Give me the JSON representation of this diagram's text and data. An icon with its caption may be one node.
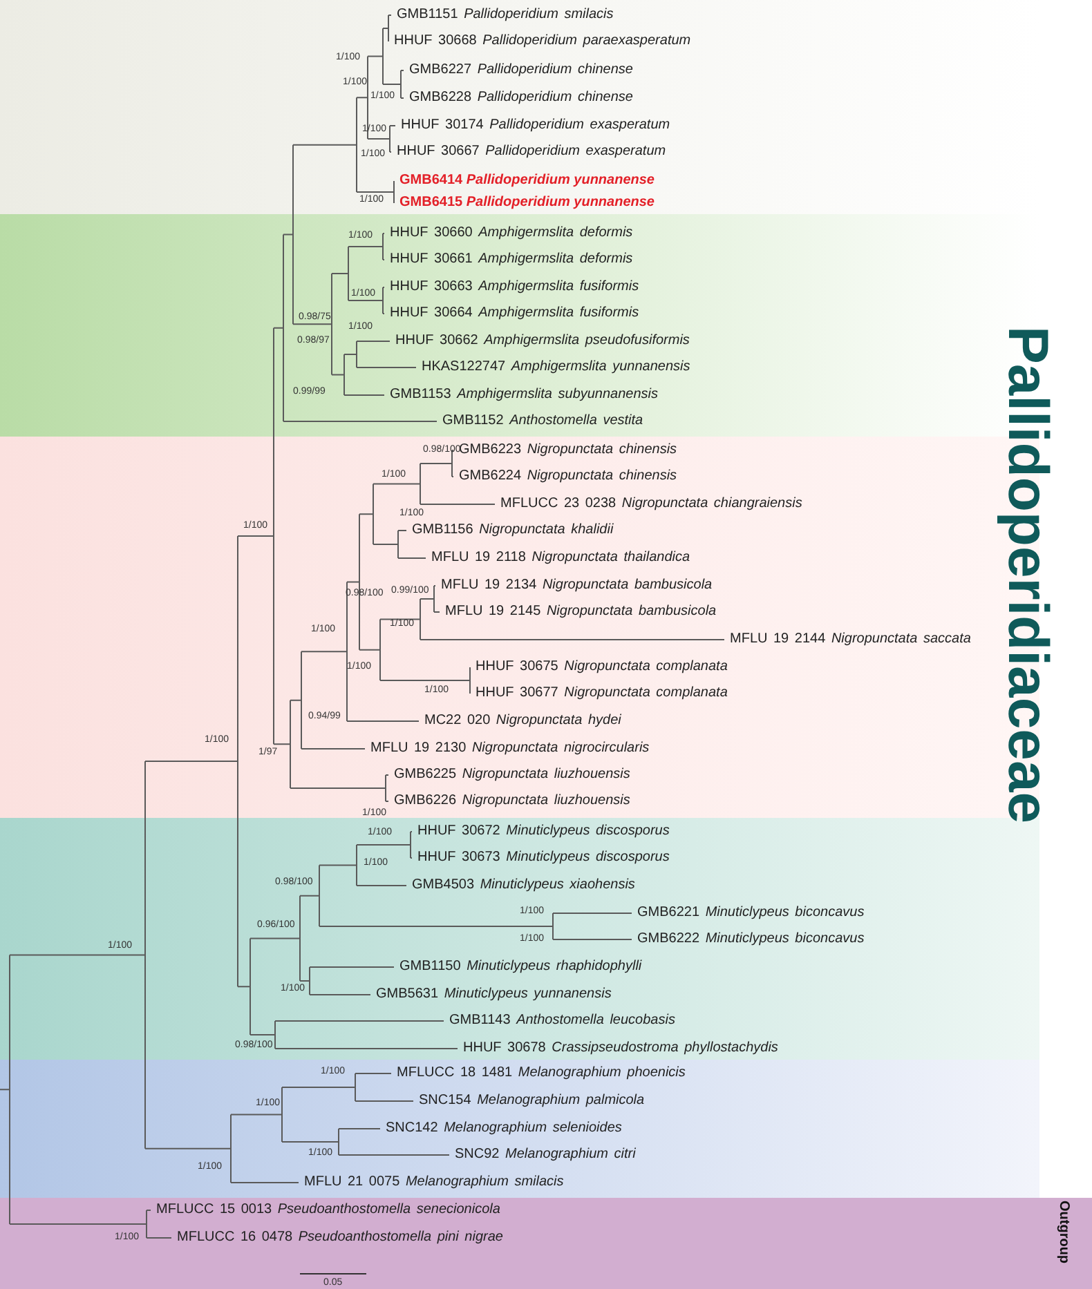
{
  "diagram": {
    "labels": [
      "GMB1151 *Pallidoperidium smilacis*",
      "HHUF 30668 *Pallidoperidium paraexasperatum*",
      "GMB6227 *Pallidoperidium chinense*",
      "GMB6228 *Pallidoperidium chinense*",
      "HHUF 30174 *Pallidoperidium exasperatum*",
      "HHUF 30667 *Pallidoperidium exasperatum*",
      "GMB6414 *Pallidoperidium yunnanense*",
      "GMB6415 *Pallidoperidium yunnanense*",
      "HHUF 30660 *Amphigermslita deformis*",
      "HHUF 30661 *Amphigermslita deformis*",
      "HHUF 30663 *Amphigermslita fusiformis*",
      "HHUF 30664 *Amphigermslita fusiformis*",
      "HHUF 30662 *Amphigermslita pseudofusiformis*",
      "HKAS122747 *Amphigermslita yunnanensis*",
      "GMB1153 *Amphigermslita subyunnanensis*",
      "GMB1152 *Anthostomella vestita*",
      "GMB6223 *Nigropunctata chinensis*",
      "GMB6224 *Nigropunctata chinensis*",
      "MFLUCC 23 0238 *Nigropunctata chiangraiensis*",
      "GMB1156 *Nigropunctata khalidii*",
      "MFLU 19 2118 *Nigropunctata thailandica*",
      "MFLU 19 2134 *Nigropunctata bambusicola*",
      "MFLU 19 2145 *Nigropunctata bambusicola*",
      "MFLU 19 2144 *Nigropunctata saccata*",
      "HHUF 30675 *Nigropunctata complanata*",
      "HHUF 30677 *Nigropunctata complanata*",
      "MC22 020 *Nigropunctata hydei*",
      "MFLU 19 2130 *Nigropunctata nigrocircularis*",
      "GMB6225 *Nigropunctata liuzhouensis*",
      "GMB6226 *Nigropunctata liuzhouensis*",
      "HHUF 30672 *Minuticlypeus discosporus*",
      "HHUF 30673 *Minuticlypeus discosporus*",
      "GMB4503 *Minuticlypeus xiaohensis*",
      "GMB6221 *Minuticlypeus biconcavus*",
      "GMB6222 *Minuticlypeus biconcavus*",
      "GMB1150 *Minuticlypeus rhaphidophylli*",
      "GMB5631 *Minuticlypeus yunnanensis*",
      "GMB1143 *Anthostomella leucobasis*",
      "HHUF 30678 *Crassipseudostroma phyllostachydis*",
      "MFLUCC 18 1481 *Melanographium phoenicis*",
      "SNC154 *Melanographium palmicola*",
      "SNC142 *Melanographium selenioides*",
      "SNC92 *Melanographium citri*",
      "MFLU 21 0075 *Melanographium smilacis*",
      "MFLUCC 15 0013 *Pseudoanthostomella senecionicola*",
      "MFLUCC 16 0478 *Pseudoanthostomella pini nigrae*",
      "1/100",
      "1/100",
      "1/100",
      "1/100",
      "1/100",
      "1/100",
      "1/100",
      "1/100",
      "0.98/75",
      "1/100",
      "0.98/97",
      "0.99/99",
      "0.98/100",
      "1/100",
      "1/100",
      "1/100",
      "0.99/100",
      "0.98/100",
      "1/100",
      "1/100",
      "1/100",
      "1/100",
      "0.94/99",
      "1/100",
      "1/97",
      "1/100",
      "1/100",
      "1/100",
      "0.98/100",
      "1/100",
      "0.96/100",
      "1/100",
      "1/100",
      "1/100",
      "0.98/100",
      "1/100",
      "1/100",
      "1/100",
      "1/100",
      "1/100",
      "Pallidoperidiaceae",
      "Outgroup",
      "0.05"
    ]
  }
}
